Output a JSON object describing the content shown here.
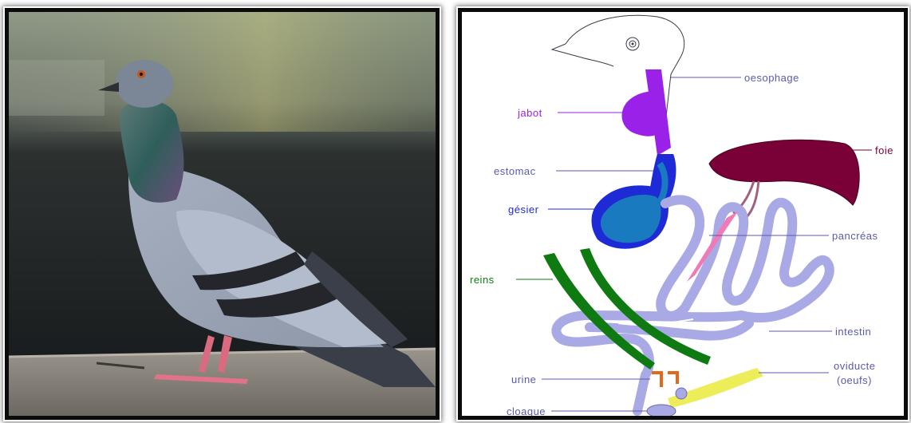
{
  "diagram": {
    "labels": {
      "oesophage": "oesophage",
      "jabot": "jabot",
      "foie": "foie",
      "estomac": "estomac",
      "gesier": "gésier",
      "pancreas": "pancréas",
      "reins": "reins",
      "intestin": "intestin",
      "oviducte": "oviducte",
      "oeufs": "(oeufs)",
      "urine": "urine",
      "cloaque": "cloaque"
    },
    "colors": {
      "oesophage": "#9a22e8",
      "jabot": "#9a22e8",
      "foie": "#7a0038",
      "estomac": "#1e2ad6",
      "gesier": "#1e2ad6",
      "pancreas": "#f07ab8",
      "reins": "#0f7a12",
      "intestin": "#a9a9e6",
      "oviducte": "#eded5a",
      "urine": "#e06a1a"
    }
  }
}
